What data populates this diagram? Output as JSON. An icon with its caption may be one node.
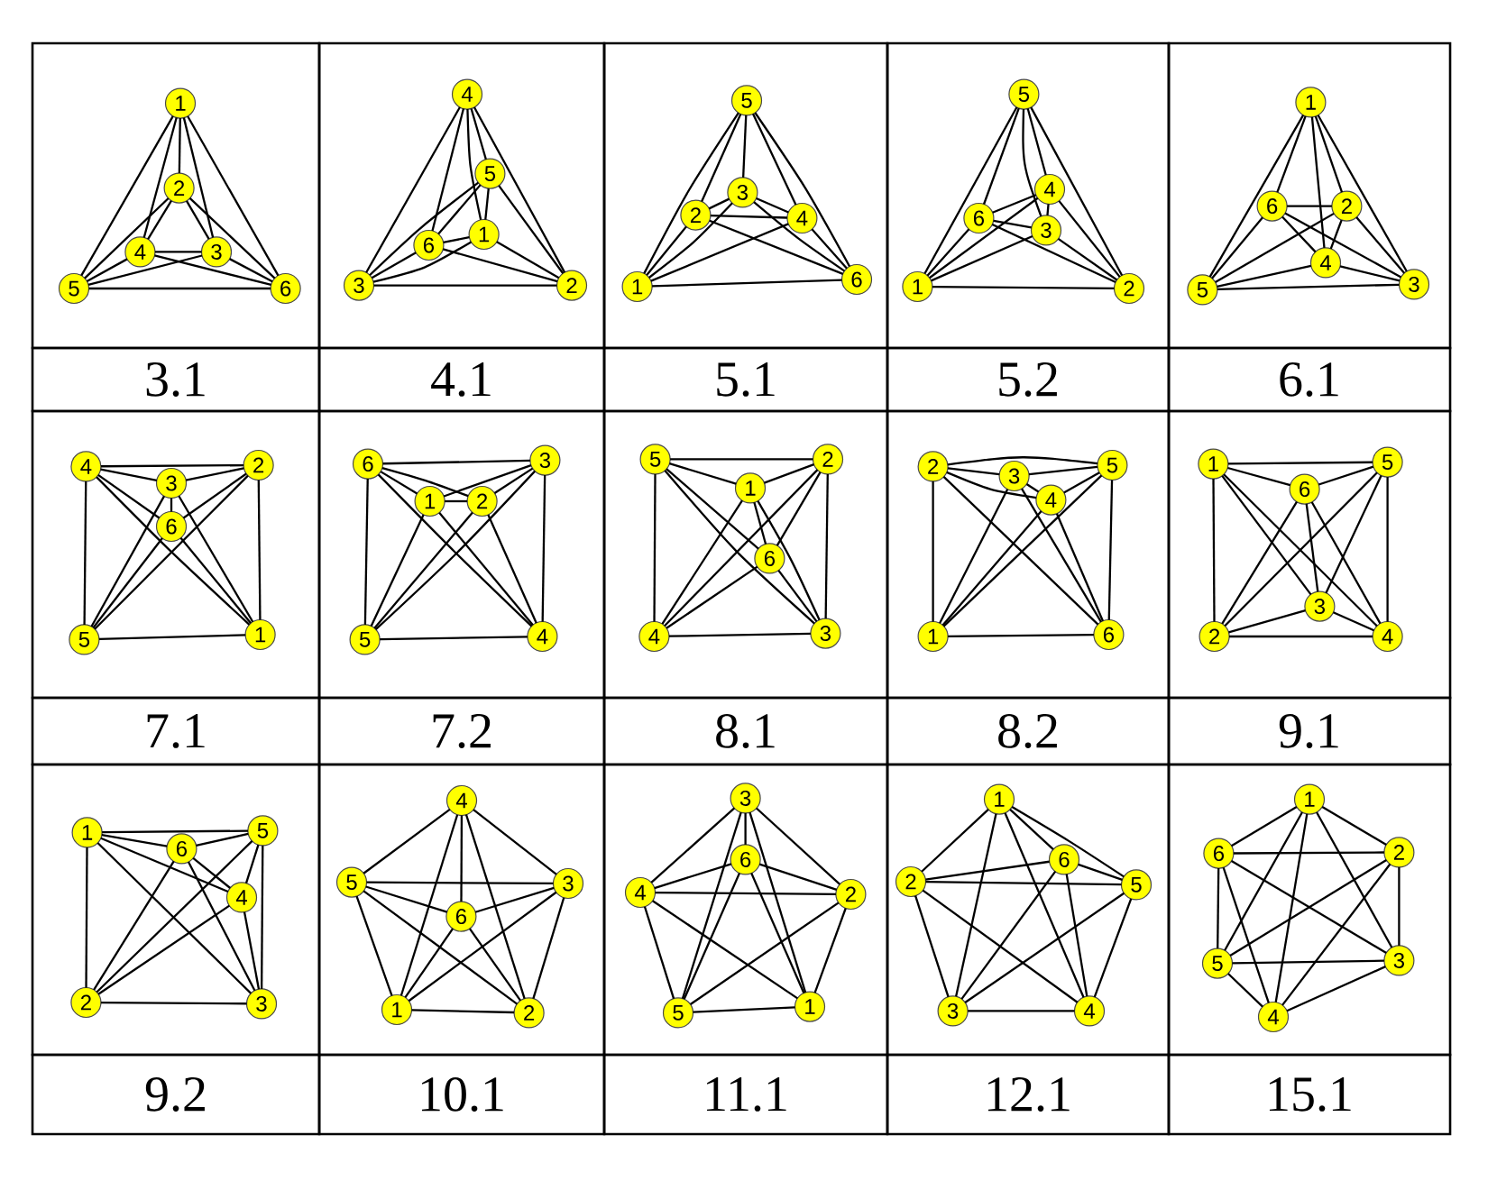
{
  "diagram": {
    "nodes": [
      {
        "text": [],
        "shape": "box",
        "beside": [
          "3.1"
        ]
      },
      {
        "text": [
          "1"
        ],
        "in": 0
      },
      {
        "text": [
          "2"
        ],
        "in": 0
      },
      {
        "text": [
          "4"
        ],
        "in": 0
      },
      {
        "text": [
          "3"
        ],
        "in": 0
      },
      {
        "text": [
          "5"
        ],
        "in": 0
      },
      {
        "text": [
          "6"
        ],
        "in": 0
      },
      {
        "text": [],
        "shape": "box",
        "beside": [
          "4.1"
        ]
      },
      {
        "text": [
          "4"
        ],
        "in": 7
      },
      {
        "text": [
          "5"
        ],
        "in": 7
      },
      {
        "text": [
          "6"
        ],
        "in": 7
      },
      {
        "text": [
          "1"
        ],
        "in": 7
      },
      {
        "text": [
          "3"
        ],
        "in": 7
      },
      {
        "text": [
          "2"
        ],
        "in": 7
      },
      {
        "text": [],
        "shape": "box",
        "beside": [
          "5.1"
        ]
      },
      {
        "text": [
          "5"
        ],
        "in": 14
      },
      {
        "text": [
          "2"
        ],
        "in": 14
      },
      {
        "text": [
          "3"
        ],
        "in": 14
      },
      {
        "text": [
          "4"
        ],
        "in": 14
      },
      {
        "text": [
          "1"
        ],
        "in": 14
      },
      {
        "text": [
          "6"
        ],
        "in": 14
      },
      {
        "text": [],
        "shape": "box",
        "beside": [
          "5.2"
        ]
      },
      {
        "text": [
          "5"
        ],
        "in": 21
      },
      {
        "text": [
          "4"
        ],
        "in": 21
      },
      {
        "text": [
          "6"
        ],
        "in": 21
      },
      {
        "text": [
          "3"
        ],
        "in": 21
      },
      {
        "text": [
          "1"
        ],
        "in": 21
      },
      {
        "text": [
          "2"
        ],
        "in": 21
      },
      {
        "text": [],
        "shape": "box",
        "beside": [
          "6.1"
        ]
      },
      {
        "text": [
          "1"
        ],
        "in": 28
      },
      {
        "text": [
          "6"
        ],
        "in": 28
      },
      {
        "text": [
          "2"
        ],
        "in": 28
      },
      {
        "text": [
          "4"
        ],
        "in": 28
      },
      {
        "text": [
          "5"
        ],
        "in": 28
      },
      {
        "text": [
          "3"
        ],
        "in": 28
      },
      {
        "text": [],
        "shape": "box",
        "beside": [
          "7.1"
        ]
      },
      {
        "text": [
          "4"
        ],
        "in": 35
      },
      {
        "text": [
          "3"
        ],
        "in": 35
      },
      {
        "text": [
          "2"
        ],
        "in": 35
      },
      {
        "text": [
          "6"
        ],
        "in": 35
      },
      {
        "text": [
          "5"
        ],
        "in": 35
      },
      {
        "text": [
          "1"
        ],
        "in": 35
      },
      {
        "text": [],
        "shape": "box",
        "beside": [
          "7.2"
        ]
      },
      {
        "text": [
          "6"
        ],
        "in": 42
      },
      {
        "text": [
          "3"
        ],
        "in": 42
      },
      {
        "text": [
          "1"
        ],
        "in": 42
      },
      {
        "text": [
          "2"
        ],
        "in": 42
      },
      {
        "text": [
          "5"
        ],
        "in": 42
      },
      {
        "text": [
          "4"
        ],
        "in": 42
      },
      {
        "text": [],
        "shape": "box",
        "beside": [
          "8.1"
        ]
      },
      {
        "text": [
          "5"
        ],
        "in": 49
      },
      {
        "text": [
          "2"
        ],
        "in": 49
      },
      {
        "text": [
          "1"
        ],
        "in": 49
      },
      {
        "text": [
          "6"
        ],
        "in": 49
      },
      {
        "text": [
          "4"
        ],
        "in": 49
      },
      {
        "text": [
          "3"
        ],
        "in": 49
      },
      {
        "text": [],
        "shape": "box",
        "beside": [
          "8.2"
        ]
      },
      {
        "text": [
          "2"
        ],
        "in": 56
      },
      {
        "text": [
          "3"
        ],
        "in": 56
      },
      {
        "text": [
          "5"
        ],
        "in": 56
      },
      {
        "text": [
          "4"
        ],
        "in": 56
      },
      {
        "text": [
          "1"
        ],
        "in": 56
      },
      {
        "text": [
          "6"
        ],
        "in": 56
      },
      {
        "text": [],
        "shape": "box",
        "beside": [
          "9.1"
        ]
      },
      {
        "text": [
          "1"
        ],
        "in": 63
      },
      {
        "text": [
          "6"
        ],
        "in": 63
      },
      {
        "text": [
          "5"
        ],
        "in": 63
      },
      {
        "text": [
          "3"
        ],
        "in": 63
      },
      {
        "text": [
          "2"
        ],
        "in": 63
      },
      {
        "text": [
          "4"
        ],
        "in": 63
      },
      {
        "text": [],
        "shape": "box",
        "beside": [
          "9.2"
        ]
      },
      {
        "text": [
          "1"
        ],
        "in": 70
      },
      {
        "text": [
          "6"
        ],
        "in": 70
      },
      {
        "text": [
          "5"
        ],
        "in": 70
      },
      {
        "text": [
          "4"
        ],
        "in": 70
      },
      {
        "text": [
          "2"
        ],
        "in": 70
      },
      {
        "text": [
          "3"
        ],
        "in": 70
      },
      {
        "text": [],
        "shape": "box",
        "beside": [
          "10.1"
        ]
      },
      {
        "text": [
          "4"
        ],
        "in": 77
      },
      {
        "text": [
          "5"
        ],
        "in": 77
      },
      {
        "text": [
          "3"
        ],
        "in": 77
      },
      {
        "text": [
          "6"
        ],
        "in": 77
      },
      {
        "text": [
          "1"
        ],
        "in": 77
      },
      {
        "text": [
          "2"
        ],
        "in": 77
      },
      {
        "text": [],
        "shape": "box",
        "beside": [
          "11.1"
        ]
      },
      {
        "text": [
          "3"
        ],
        "in": 84
      },
      {
        "text": [
          "6"
        ],
        "in": 84
      },
      {
        "text": [
          "4"
        ],
        "in": 84
      },
      {
        "text": [
          "2"
        ],
        "in": 84
      },
      {
        "text": [
          "5"
        ],
        "in": 84
      },
      {
        "text": [
          "1"
        ],
        "in": 84
      },
      {
        "text": [],
        "shape": "box",
        "beside": [
          "12.1"
        ]
      },
      {
        "text": [
          "1"
        ],
        "in": 91
      },
      {
        "text": [
          "6"
        ],
        "in": 91
      },
      {
        "text": [
          "2"
        ],
        "in": 91
      },
      {
        "text": [
          "5"
        ],
        "in": 91
      },
      {
        "text": [
          "3"
        ],
        "in": 91
      },
      {
        "text": [
          "4"
        ],
        "in": 91
      },
      {
        "text": [],
        "shape": "box",
        "beside": [
          "15.1"
        ]
      },
      {
        "text": [
          "1"
        ],
        "in": 98
      },
      {
        "text": [
          "6"
        ],
        "in": 98
      },
      {
        "text": [
          "2"
        ],
        "in": 98
      },
      {
        "text": [
          "5"
        ],
        "in": 98
      },
      {
        "text": [
          "3"
        ],
        "in": 98
      },
      {
        "text": [
          "4"
        ],
        "in": 98
      }
    ],
    "edges": [
      {
        "from": 1,
        "to": 2,
        "arrow": "none"
      },
      {
        "from": 1,
        "to": 3,
        "arrow": "none"
      },
      {
        "from": 1,
        "to": 4,
        "arrow": "none"
      },
      {
        "from": 1,
        "to": 5,
        "arrow": "none"
      },
      {
        "from": 1,
        "to": 6,
        "arrow": "none"
      },
      {
        "from": 2,
        "to": 3,
        "arrow": "none"
      },
      {
        "from": 2,
        "to": 4,
        "arrow": "none"
      },
      {
        "from": 2,
        "to": 5,
        "arrow": "none"
      },
      {
        "from": 2,
        "to": 6,
        "arrow": "none"
      },
      {
        "from": 3,
        "to": 4,
        "arrow": "none"
      },
      {
        "from": 3,
        "to": 5,
        "arrow": "none"
      },
      {
        "from": 3,
        "to": 6,
        "arrow": "none"
      },
      {
        "from": 4,
        "to": 5,
        "arrow": "none"
      },
      {
        "from": 4,
        "to": 6,
        "arrow": "none"
      },
      {
        "from": 5,
        "to": 6,
        "arrow": "none"
      },
      {
        "from": 8,
        "to": 9,
        "arrow": "none"
      },
      {
        "from": 8,
        "to": 10,
        "arrow": "none"
      },
      {
        "from": 8,
        "to": 11,
        "arrow": "none"
      },
      {
        "from": 8,
        "to": 12,
        "arrow": "none"
      },
      {
        "from": 8,
        "to": 13,
        "arrow": "none"
      },
      {
        "from": 9,
        "to": 10,
        "arrow": "none"
      },
      {
        "from": 9,
        "to": 11,
        "arrow": "none"
      },
      {
        "from": 9,
        "to": 12,
        "arrow": "none"
      },
      {
        "from": 9,
        "to": 13,
        "arrow": "none"
      },
      {
        "from": 10,
        "to": 11,
        "arrow": "none"
      },
      {
        "from": 10,
        "to": 12,
        "arrow": "none"
      },
      {
        "from": 10,
        "to": 13,
        "arrow": "none"
      },
      {
        "from": 11,
        "to": 12,
        "arrow": "none"
      },
      {
        "from": 11,
        "to": 13,
        "arrow": "none"
      },
      {
        "from": 12,
        "to": 13,
        "arrow": "none"
      },
      {
        "from": 15,
        "to": 16,
        "arrow": "none"
      },
      {
        "from": 15,
        "to": 17,
        "arrow": "none"
      },
      {
        "from": 15,
        "to": 18,
        "arrow": "none"
      },
      {
        "from": 15,
        "to": 19,
        "arrow": "none"
      },
      {
        "from": 15,
        "to": 20,
        "arrow": "none"
      },
      {
        "from": 16,
        "to": 17,
        "arrow": "none"
      },
      {
        "from": 16,
        "to": 18,
        "arrow": "none"
      },
      {
        "from": 16,
        "to": 19,
        "arrow": "none"
      },
      {
        "from": 16,
        "to": 20,
        "arrow": "none"
      },
      {
        "from": 17,
        "to": 18,
        "arrow": "none"
      },
      {
        "from": 17,
        "to": 19,
        "arrow": "none"
      },
      {
        "from": 17,
        "to": 20,
        "arrow": "none"
      },
      {
        "from": 18,
        "to": 19,
        "arrow": "none"
      },
      {
        "from": 18,
        "to": 20,
        "arrow": "none"
      },
      {
        "from": 19,
        "to": 20,
        "arrow": "none"
      },
      {
        "from": 22,
        "to": 23,
        "arrow": "none"
      },
      {
        "from": 22,
        "to": 24,
        "arrow": "none"
      },
      {
        "from": 22,
        "to": 25,
        "arrow": "none"
      },
      {
        "from": 22,
        "to": 26,
        "arrow": "none"
      },
      {
        "from": 22,
        "to": 27,
        "arrow": "none"
      },
      {
        "from": 23,
        "to": 24,
        "arrow": "none"
      },
      {
        "from": 23,
        "to": 25,
        "arrow": "none"
      },
      {
        "from": 23,
        "to": 26,
        "arrow": "none"
      },
      {
        "from": 23,
        "to": 27,
        "arrow": "none"
      },
      {
        "from": 24,
        "to": 25,
        "arrow": "none"
      },
      {
        "from": 24,
        "to": 26,
        "arrow": "none"
      },
      {
        "from": 24,
        "to": 27,
        "arrow": "none"
      },
      {
        "from": 25,
        "to": 26,
        "arrow": "none"
      },
      {
        "from": 25,
        "to": 27,
        "arrow": "none"
      },
      {
        "from": 26,
        "to": 27,
        "arrow": "none"
      },
      {
        "from": 29,
        "to": 30,
        "arrow": "none"
      },
      {
        "from": 29,
        "to": 31,
        "arrow": "none"
      },
      {
        "from": 29,
        "to": 32,
        "arrow": "none"
      },
      {
        "from": 29,
        "to": 33,
        "arrow": "none"
      },
      {
        "from": 29,
        "to": 34,
        "arrow": "none"
      },
      {
        "from": 30,
        "to": 31,
        "arrow": "none"
      },
      {
        "from": 30,
        "to": 32,
        "arrow": "none"
      },
      {
        "from": 30,
        "to": 33,
        "arrow": "none"
      },
      {
        "from": 30,
        "to": 34,
        "arrow": "none"
      },
      {
        "from": 31,
        "to": 32,
        "arrow": "none"
      },
      {
        "from": 31,
        "to": 33,
        "arrow": "none"
      },
      {
        "from": 31,
        "to": 34,
        "arrow": "none"
      },
      {
        "from": 32,
        "to": 33,
        "arrow": "none"
      },
      {
        "from": 32,
        "to": 34,
        "arrow": "none"
      },
      {
        "from": 33,
        "to": 34,
        "arrow": "none"
      },
      {
        "from": 36,
        "to": 37,
        "arrow": "none"
      },
      {
        "from": 36,
        "to": 38,
        "arrow": "none"
      },
      {
        "from": 36,
        "to": 39,
        "arrow": "none"
      },
      {
        "from": 36,
        "to": 40,
        "arrow": "none"
      },
      {
        "from": 36,
        "to": 41,
        "arrow": "none"
      },
      {
        "from": 37,
        "to": 38,
        "arrow": "none"
      },
      {
        "from": 37,
        "to": 39,
        "arrow": "none"
      },
      {
        "from": 37,
        "to": 40,
        "arrow": "none"
      },
      {
        "from": 37,
        "to": 41,
        "arrow": "none"
      },
      {
        "from": 38,
        "to": 39,
        "arrow": "none"
      },
      {
        "from": 38,
        "to": 40,
        "arrow": "none"
      },
      {
        "from": 38,
        "to": 41,
        "arrow": "none"
      },
      {
        "from": 39,
        "to": 40,
        "arrow": "none"
      },
      {
        "from": 39,
        "to": 41,
        "arrow": "none"
      },
      {
        "from": 40,
        "to": 41,
        "arrow": "none"
      },
      {
        "from": 43,
        "to": 44,
        "arrow": "none"
      },
      {
        "from": 43,
        "to": 45,
        "arrow": "none"
      },
      {
        "from": 43,
        "to": 46,
        "arrow": "none"
      },
      {
        "from": 43,
        "to": 47,
        "arrow": "none"
      },
      {
        "from": 43,
        "to": 48,
        "arrow": "none"
      },
      {
        "from": 44,
        "to": 45,
        "arrow": "none"
      },
      {
        "from": 44,
        "to": 46,
        "arrow": "none"
      },
      {
        "from": 44,
        "to": 47,
        "arrow": "none"
      },
      {
        "from": 44,
        "to": 48,
        "arrow": "none"
      },
      {
        "from": 45,
        "to": 46,
        "arrow": "none"
      },
      {
        "from": 45,
        "to": 47,
        "arrow": "none"
      },
      {
        "from": 45,
        "to": 48,
        "arrow": "none"
      },
      {
        "from": 46,
        "to": 47,
        "arrow": "none"
      },
      {
        "from": 46,
        "to": 48,
        "arrow": "none"
      },
      {
        "from": 47,
        "to": 48,
        "arrow": "none"
      },
      {
        "from": 50,
        "to": 51,
        "arrow": "none"
      },
      {
        "from": 50,
        "to": 52,
        "arrow": "none"
      },
      {
        "from": 50,
        "to": 53,
        "arrow": "none"
      },
      {
        "from": 50,
        "to": 54,
        "arrow": "none"
      },
      {
        "from": 50,
        "to": 55,
        "arrow": "none"
      },
      {
        "from": 51,
        "to": 52,
        "arrow": "none"
      },
      {
        "from": 51,
        "to": 53,
        "arrow": "none"
      },
      {
        "from": 51,
        "to": 54,
        "arrow": "none"
      },
      {
        "from": 51,
        "to": 55,
        "arrow": "none"
      },
      {
        "from": 52,
        "to": 53,
        "arrow": "none"
      },
      {
        "from": 52,
        "to": 54,
        "arrow": "none"
      },
      {
        "from": 52,
        "to": 55,
        "arrow": "none"
      },
      {
        "from": 53,
        "to": 54,
        "arrow": "none"
      },
      {
        "from": 53,
        "to": 55,
        "arrow": "none"
      },
      {
        "from": 54,
        "to": 55,
        "arrow": "none"
      },
      {
        "from": 57,
        "to": 58,
        "arrow": "none"
      },
      {
        "from": 57,
        "to": 59,
        "arrow": "none"
      },
      {
        "from": 57,
        "to": 60,
        "arrow": "none"
      },
      {
        "from": 57,
        "to": 61,
        "arrow": "none"
      },
      {
        "from": 57,
        "to": 62,
        "arrow": "none"
      },
      {
        "from": 58,
        "to": 59,
        "arrow": "none"
      },
      {
        "from": 58,
        "to": 60,
        "arrow": "none"
      },
      {
        "from": 58,
        "to": 61,
        "arrow": "none"
      },
      {
        "from": 58,
        "to": 62,
        "arrow": "none"
      },
      {
        "from": 59,
        "to": 60,
        "arrow": "none"
      },
      {
        "from": 59,
        "to": 61,
        "arrow": "none"
      },
      {
        "from": 59,
        "to": 62,
        "arrow": "none"
      },
      {
        "from": 60,
        "to": 61,
        "arrow": "none"
      },
      {
        "from": 60,
        "to": 62,
        "arrow": "none"
      },
      {
        "from": 61,
        "to": 62,
        "arrow": "none"
      },
      {
        "from": 64,
        "to": 65,
        "arrow": "none"
      },
      {
        "from": 64,
        "to": 66,
        "arrow": "none"
      },
      {
        "from": 64,
        "to": 67,
        "arrow": "none"
      },
      {
        "from": 64,
        "to": 68,
        "arrow": "none"
      },
      {
        "from": 64,
        "to": 69,
        "arrow": "none"
      },
      {
        "from": 65,
        "to": 66,
        "arrow": "none"
      },
      {
        "from": 65,
        "to": 67,
        "arrow": "none"
      },
      {
        "from": 65,
        "to": 68,
        "arrow": "none"
      },
      {
        "from": 65,
        "to": 69,
        "arrow": "none"
      },
      {
        "from": 66,
        "to": 67,
        "arrow": "none"
      },
      {
        "from": 66,
        "to": 68,
        "arrow": "none"
      },
      {
        "from": 66,
        "to": 69,
        "arrow": "none"
      },
      {
        "from": 67,
        "to": 68,
        "arrow": "none"
      },
      {
        "from": 67,
        "to": 69,
        "arrow": "none"
      },
      {
        "from": 68,
        "to": 69,
        "arrow": "none"
      },
      {
        "from": 71,
        "to": 72,
        "arrow": "none"
      },
      {
        "from": 71,
        "to": 73,
        "arrow": "none"
      },
      {
        "from": 71,
        "to": 74,
        "arrow": "none"
      },
      {
        "from": 71,
        "to": 75,
        "arrow": "none"
      },
      {
        "from": 71,
        "to": 76,
        "arrow": "none"
      },
      {
        "from": 72,
        "to": 73,
        "arrow": "none"
      },
      {
        "from": 72,
        "to": 74,
        "arrow": "none"
      },
      {
        "from": 72,
        "to": 75,
        "arrow": "none"
      },
      {
        "from": 72,
        "to": 76,
        "arrow": "none"
      },
      {
        "from": 73,
        "to": 74,
        "arrow": "none"
      },
      {
        "from": 73,
        "to": 75,
        "arrow": "none"
      },
      {
        "from": 73,
        "to": 76,
        "arrow": "none"
      },
      {
        "from": 74,
        "to": 75,
        "arrow": "none"
      },
      {
        "from": 74,
        "to": 76,
        "arrow": "none"
      },
      {
        "from": 75,
        "to": 76,
        "arrow": "none"
      },
      {
        "from": 78,
        "to": 79,
        "arrow": "none"
      },
      {
        "from": 78,
        "to": 80,
        "arrow": "none"
      },
      {
        "from": 78,
        "to": 81,
        "arrow": "none"
      },
      {
        "from": 78,
        "to": 82,
        "arrow": "none"
      },
      {
        "from": 78,
        "to": 83,
        "arrow": "none"
      },
      {
        "from": 79,
        "to": 80,
        "arrow": "none"
      },
      {
        "from": 79,
        "to": 81,
        "arrow": "none"
      },
      {
        "from": 79,
        "to": 82,
        "arrow": "none"
      },
      {
        "from": 79,
        "to": 83,
        "arrow": "none"
      },
      {
        "from": 80,
        "to": 81,
        "arrow": "none"
      },
      {
        "from": 80,
        "to": 82,
        "arrow": "none"
      },
      {
        "from": 80,
        "to": 83,
        "arrow": "none"
      },
      {
        "from": 81,
        "to": 82,
        "arrow": "none"
      },
      {
        "from": 81,
        "to": 83,
        "arrow": "none"
      },
      {
        "from": 82,
        "to": 83,
        "arrow": "none"
      },
      {
        "from": 85,
        "to": 86,
        "arrow": "none"
      },
      {
        "from": 85,
        "to": 87,
        "arrow": "none"
      },
      {
        "from": 85,
        "to": 88,
        "arrow": "none"
      },
      {
        "from": 85,
        "to": 89,
        "arrow": "none"
      },
      {
        "from": 85,
        "to": 90,
        "arrow": "none"
      },
      {
        "from": 86,
        "to": 87,
        "arrow": "none"
      },
      {
        "from": 86,
        "to": 88,
        "arrow": "none"
      },
      {
        "from": 86,
        "to": 89,
        "arrow": "none"
      },
      {
        "from": 86,
        "to": 90,
        "arrow": "none"
      },
      {
        "from": 87,
        "to": 88,
        "arrow": "none"
      },
      {
        "from": 87,
        "to": 89,
        "arrow": "none"
      },
      {
        "from": 87,
        "to": 90,
        "arrow": "none"
      },
      {
        "from": 88,
        "to": 89,
        "arrow": "none"
      },
      {
        "from": 88,
        "to": 90,
        "arrow": "none"
      },
      {
        "from": 89,
        "to": 90,
        "arrow": "none"
      },
      {
        "from": 92,
        "to": 93,
        "arrow": "none"
      },
      {
        "from": 92,
        "to": 94,
        "arrow": "none"
      },
      {
        "from": 92,
        "to": 95,
        "arrow": "none"
      },
      {
        "from": 92,
        "to": 96,
        "arrow": "none"
      },
      {
        "from": 92,
        "to": 97,
        "arrow": "none"
      },
      {
        "from": 93,
        "to": 94,
        "arrow": "none"
      },
      {
        "from": 93,
        "to": 95,
        "arrow": "none"
      },
      {
        "from": 93,
        "to": 96,
        "arrow": "none"
      },
      {
        "from": 93,
        "to": 97,
        "arrow": "none"
      },
      {
        "from": 94,
        "to": 95,
        "arrow": "none"
      },
      {
        "from": 94,
        "to": 96,
        "arrow": "none"
      },
      {
        "from": 94,
        "to": 97,
        "arrow": "none"
      },
      {
        "from": 95,
        "to": 96,
        "arrow": "none"
      },
      {
        "from": 95,
        "to": 97,
        "arrow": "none"
      },
      {
        "from": 96,
        "to": 97,
        "arrow": "none"
      },
      {
        "from": 99,
        "to": 100,
        "arrow": "none"
      },
      {
        "from": 99,
        "to": 101,
        "arrow": "none"
      },
      {
        "from": 99,
        "to": 102,
        "arrow": "none"
      },
      {
        "from": 99,
        "to": 103,
        "arrow": "none"
      },
      {
        "from": 99,
        "to": 104,
        "arrow": "none"
      },
      {
        "from": 100,
        "to": 101,
        "arrow": "none"
      },
      {
        "from": 100,
        "to": 102,
        "arrow": "none"
      },
      {
        "from": 100,
        "to": 103,
        "arrow": "none"
      },
      {
        "from": 100,
        "to": 104,
        "arrow": "none"
      },
      {
        "from": 101,
        "to": 102,
        "arrow": "none"
      },
      {
        "from": 101,
        "to": 103,
        "arrow": "none"
      },
      {
        "from": 101,
        "to": 104,
        "arrow": "none"
      },
      {
        "from": 102,
        "to": 103,
        "arrow": "none"
      },
      {
        "from": 102,
        "to": 104,
        "arrow": "none"
      },
      {
        "from": 103,
        "to": 104,
        "arrow": "none"
      }
    ]
  }
}
